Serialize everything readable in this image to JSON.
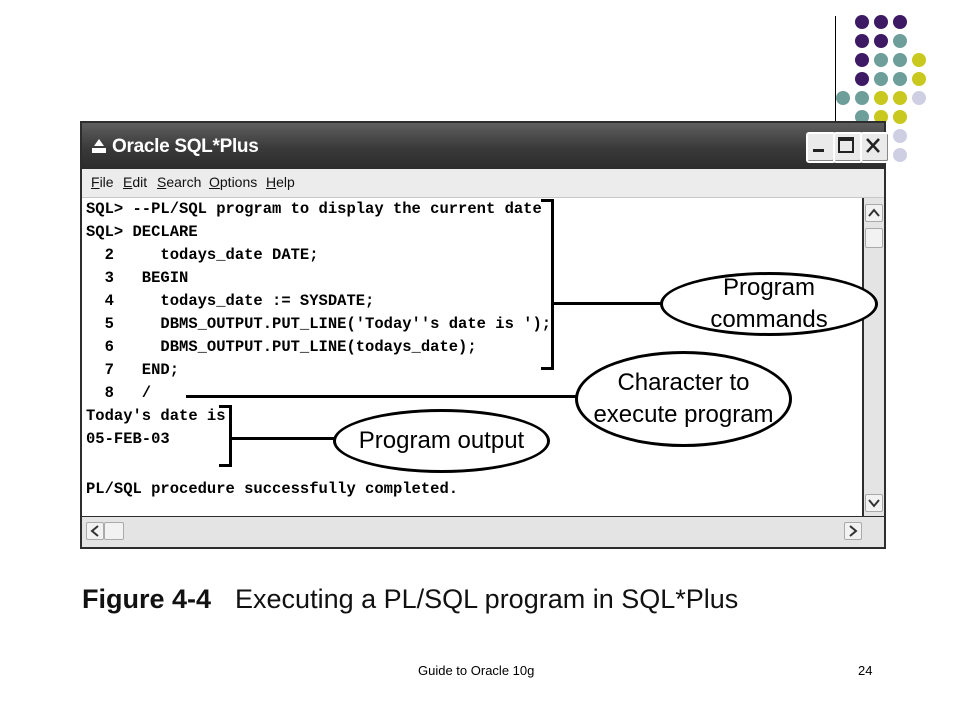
{
  "window": {
    "title": "Oracle SQL*Plus",
    "menu": [
      "File",
      "Edit",
      "Search",
      "Options",
      "Help"
    ]
  },
  "console_lines": [
    "SQL> --PL/SQL program to display the current date",
    "SQL> DECLARE",
    "  2     todays_date DATE;",
    "  3   BEGIN",
    "  4     todays_date := SYSDATE;",
    "  5     DBMS_OUTPUT.PUT_LINE('Today''s date is ');",
    "  6     DBMS_OUTPUT.PUT_LINE(todays_date);",
    "  7   END;",
    "  8   /",
    "Today's date is",
    "05-FEB-03",
    "",
    "PL/SQL procedure successfully completed."
  ],
  "callouts": {
    "commands": "Program commands",
    "execute_line1": "Character to",
    "execute_line2": "execute program",
    "output": "Program output"
  },
  "caption": {
    "figure": "Figure 4-4",
    "text": "Executing a PL/SQL program in SQL*Plus"
  },
  "footer": {
    "title": "Guide to Oracle 10g",
    "page": "24"
  },
  "colors": {
    "dot_purple": "#3d1a63",
    "dot_teal": "#6e9e9a",
    "dot_yellow": "#c8c81e",
    "dot_lavender": "#cfcfe4"
  }
}
